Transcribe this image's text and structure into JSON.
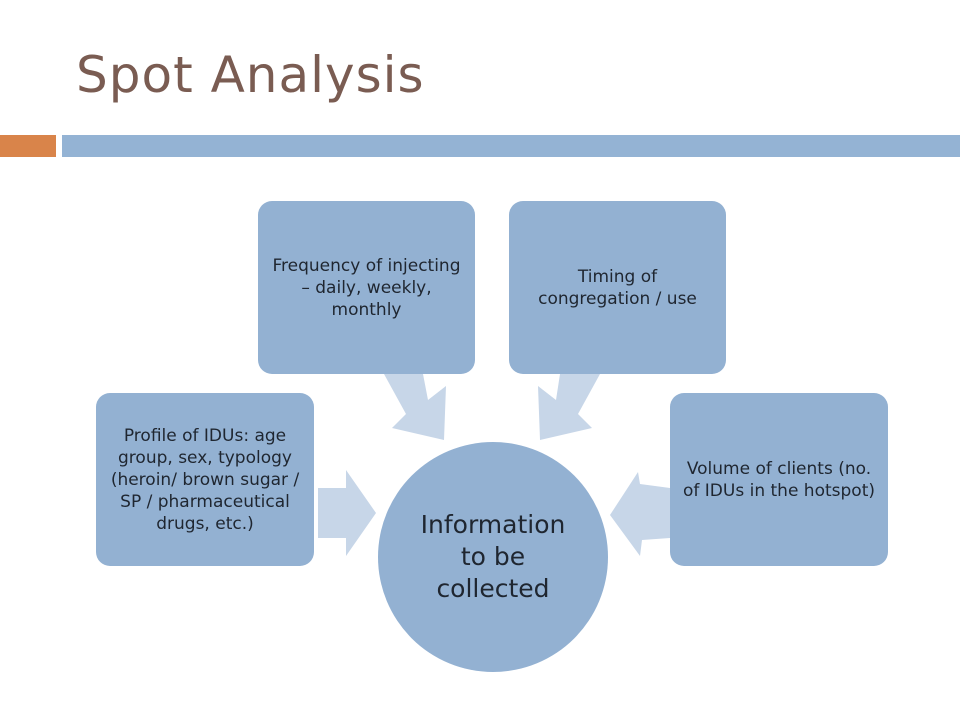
{
  "slide": {
    "title": "Spot Analysis"
  },
  "diagram": {
    "center": "Information to be collected",
    "nodes": [
      {
        "id": "profile",
        "text": "Profile of IDUs: age group, sex, typology (heroin/ brown sugar / SP / pharmaceutical drugs, etc.)"
      },
      {
        "id": "frequency",
        "text": "Frequency of injecting – daily, weekly, monthly"
      },
      {
        "id": "timing",
        "text": "Timing of congregation / use"
      },
      {
        "id": "volume",
        "text": "Volume of clients (no. of IDUs in the hotspot)"
      }
    ]
  },
  "colors": {
    "title": "#7a5c52",
    "accent": "#d9844a",
    "rule": "#94b3d4",
    "node": "#93b1d2",
    "arrow": "#c7d6e8"
  }
}
